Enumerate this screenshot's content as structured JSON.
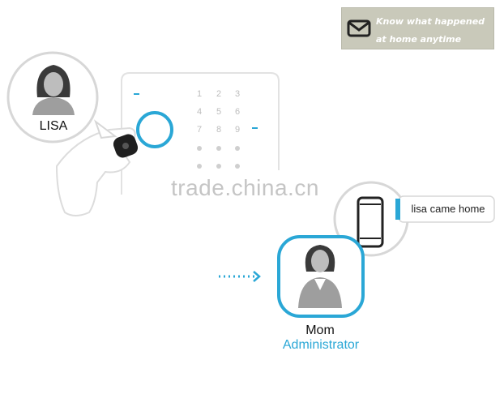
{
  "banner": {
    "icon": "envelope-icon",
    "line1": "Know what happened",
    "line2": "at home anytime",
    "bg_color": "#c9c9ba"
  },
  "lisa": {
    "name": "LISA",
    "icon": "female-avatar-icon"
  },
  "keypad": {
    "keys": [
      "1",
      "2",
      "3",
      "4",
      "5",
      "6",
      "7",
      "8",
      "9"
    ]
  },
  "watermark": "trade.china.cn",
  "message": {
    "text": "lisa came home",
    "icon": "smartphone-icon"
  },
  "mom": {
    "name": "Mom",
    "role": "Administrator",
    "icon": "female-admin-avatar-icon"
  },
  "colors": {
    "accent": "#2aa7d6",
    "outline": "#d7d7d7"
  }
}
